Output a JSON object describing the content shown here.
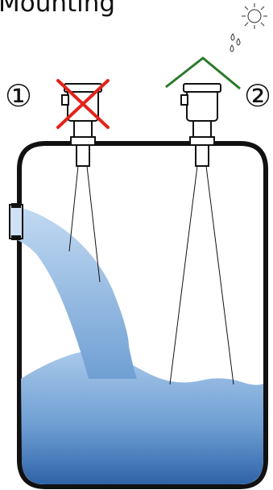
{
  "title": "Mounting",
  "markers": {
    "left": "①",
    "right": "②"
  },
  "icons": [
    "sun-icon",
    "rain-drops-icon",
    "cross-mark-icon",
    "protective-roof-icon"
  ],
  "colors": {
    "liquid_light": "#a9c9ea",
    "liquid_dark": "#2e63a8",
    "cross": "#e2231a",
    "roof": "#2a7a2a",
    "outline": "#111111"
  }
}
